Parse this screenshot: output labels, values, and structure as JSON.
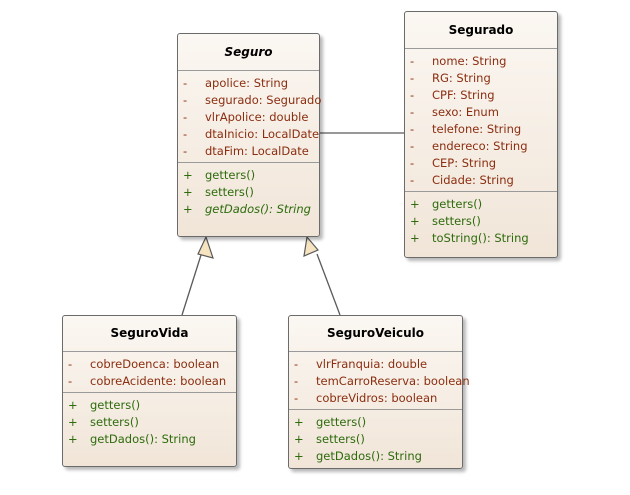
{
  "classes": {
    "seguro": {
      "name": "Seguro",
      "attributes": [
        {
          "vis": "-",
          "text": "apolice: String"
        },
        {
          "vis": "-",
          "text": "segurado: Segurado"
        },
        {
          "vis": "-",
          "text": "vlrApolice: double"
        },
        {
          "vis": "-",
          "text": "dtaInicio: LocalDate"
        },
        {
          "vis": "-",
          "text": "dtaFim: LocalDate"
        }
      ],
      "operations": [
        {
          "vis": "+",
          "text": "getters()"
        },
        {
          "vis": "+",
          "text": "setters()"
        },
        {
          "vis": "+",
          "text": "getDados(): String"
        }
      ]
    },
    "segurado": {
      "name": "Segurado",
      "attributes": [
        {
          "vis": "-",
          "text": "nome: String"
        },
        {
          "vis": "-",
          "text": "RG: String"
        },
        {
          "vis": "-",
          "text": "CPF: String"
        },
        {
          "vis": "-",
          "text": "sexo: Enum"
        },
        {
          "vis": "-",
          "text": "telefone: String"
        },
        {
          "vis": "-",
          "text": "endereco: String"
        },
        {
          "vis": "-",
          "text": "CEP: String"
        },
        {
          "vis": "-",
          "text": "Cidade: String"
        }
      ],
      "operations": [
        {
          "vis": "+",
          "text": "getters()"
        },
        {
          "vis": "+",
          "text": "setters()"
        },
        {
          "vis": "+",
          "text": "toString(): String"
        }
      ]
    },
    "seguro_vida": {
      "name": "SeguroVida",
      "attributes": [
        {
          "vis": "-",
          "text": "cobreDoenca: boolean"
        },
        {
          "vis": "-",
          "text": "cobreAcidente: boolean"
        }
      ],
      "operations": [
        {
          "vis": "+",
          "text": "getters()"
        },
        {
          "vis": "+",
          "text": "setters()"
        },
        {
          "vis": "+",
          "text": "getDados(): String"
        }
      ]
    },
    "seguro_veiculo": {
      "name": "SeguroVeiculo",
      "attributes": [
        {
          "vis": "-",
          "text": "vlrFranquia: double"
        },
        {
          "vis": "-",
          "text": "temCarroReserva: boolean"
        },
        {
          "vis": "-",
          "text": "cobreVidros: boolean"
        }
      ],
      "operations": [
        {
          "vis": "+",
          "text": "getters()"
        },
        {
          "vis": "+",
          "text": "setters()"
        },
        {
          "vis": "+",
          "text": "getDados(): String"
        }
      ]
    }
  },
  "relationships": [
    {
      "type": "association",
      "from": "seguro",
      "to": "segurado"
    },
    {
      "type": "generalization",
      "from": "seguro_vida",
      "to": "seguro"
    },
    {
      "type": "generalization",
      "from": "seguro_veiculo",
      "to": "seguro"
    }
  ],
  "abstract": {
    "class": "seguro",
    "operation": "getDados(): String"
  },
  "colors": {
    "attribute_text": "#8b2d0f",
    "operation_text": "#2d6b0c",
    "class_fill_top": "#fbf7f2",
    "class_fill_bottom": "#f1e5d8",
    "border": "#6b6b6b",
    "connector": "#5a5a5a",
    "arrowhead_fill": "#f6e3c0"
  }
}
